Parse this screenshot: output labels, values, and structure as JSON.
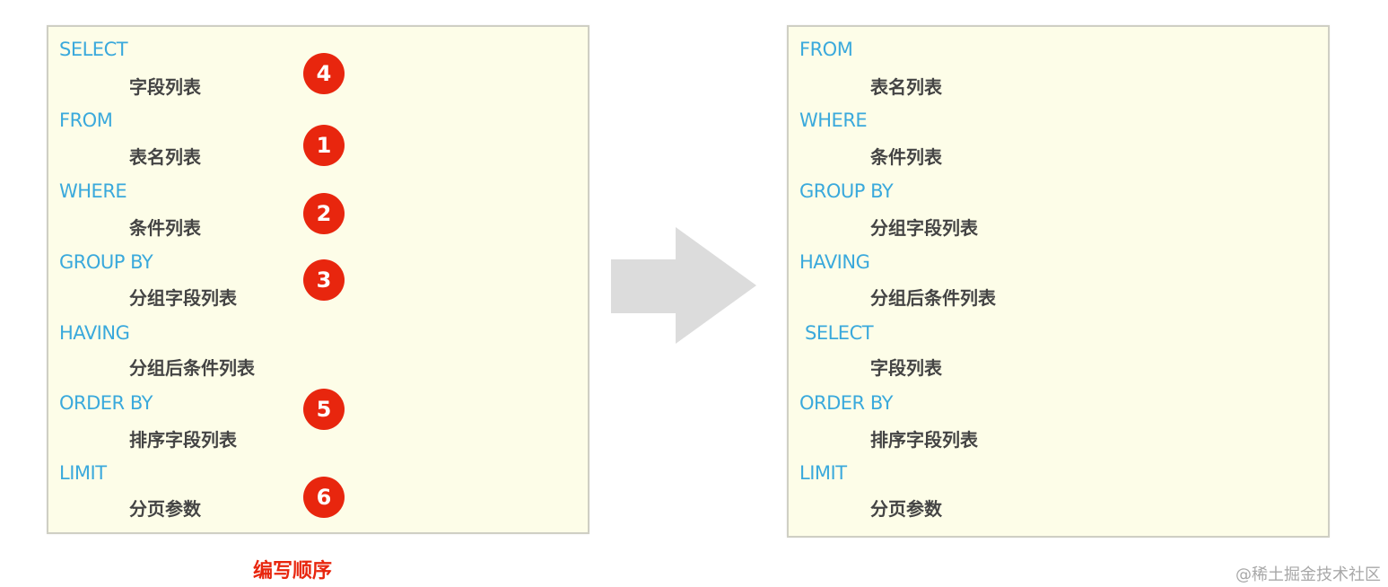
{
  "left_panel": {
    "lines": [
      {
        "keyword": "SELECT",
        "argument": "字段列表",
        "order": "4"
      },
      {
        "keyword": "FROM",
        "argument": "表名列表",
        "order": "1"
      },
      {
        "keyword": "WHERE",
        "argument": "条件列表",
        "order": "2"
      },
      {
        "keyword": "GROUP  BY",
        "argument": "分组字段列表",
        "order": "3"
      },
      {
        "keyword": "HAVING",
        "argument": "分组后条件列表",
        "order": ""
      },
      {
        "keyword": "ORDER BY",
        "argument": "排序字段列表",
        "order": "5"
      },
      {
        "keyword": "LIMIT",
        "argument": "分页参数",
        "order": "6"
      }
    ],
    "caption": "编写顺序"
  },
  "right_panel": {
    "lines": [
      {
        "keyword": "FROM",
        "argument": "表名列表"
      },
      {
        "keyword": "WHERE",
        "argument": "条件列表"
      },
      {
        "keyword": "GROUP  BY",
        "argument": "分组字段列表"
      },
      {
        "keyword": "HAVING",
        "argument": "分组后条件列表"
      },
      {
        "keyword": "SELECT",
        "argument": "字段列表"
      },
      {
        "keyword": "ORDER BY",
        "argument": "排序字段列表"
      },
      {
        "keyword": "LIMIT",
        "argument": "分页参数"
      }
    ]
  },
  "watermark": "@稀土掘金技术社区",
  "colors": {
    "panel_bg": "#fdfde8",
    "keyword": "#3aa9dc",
    "argument": "#444444",
    "badge": "#e8260e",
    "arrow": "#dcdcdc"
  },
  "icons": {
    "transition": "right-arrow-icon"
  }
}
